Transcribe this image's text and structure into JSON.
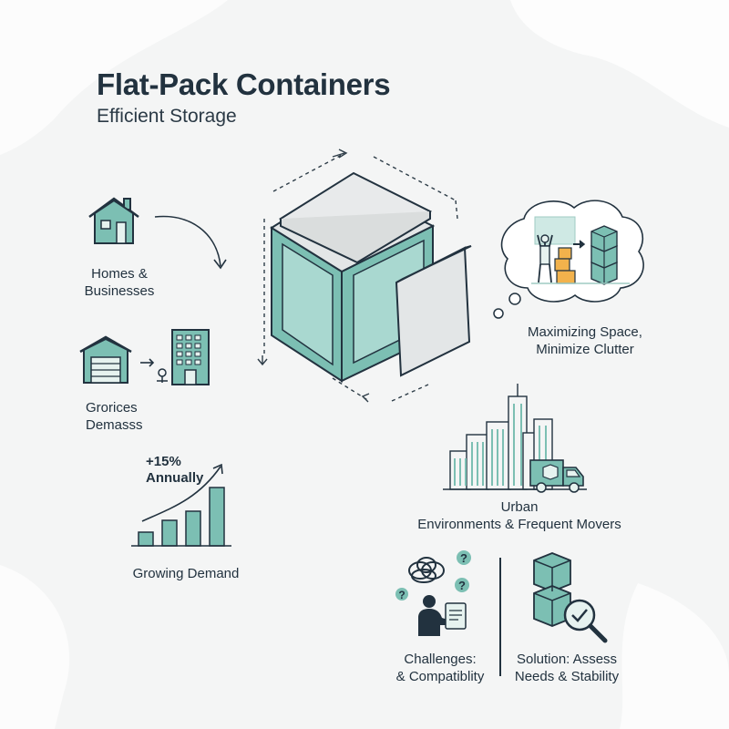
{
  "header": {
    "title": "Flat-Pack Containers",
    "subtitle": "Efficient Storage"
  },
  "sections": {
    "homes": {
      "label_line1": "Homes &",
      "label_line2": "Businesses",
      "icon": "house-icon"
    },
    "services": {
      "label_line1": "Grorices",
      "label_line2": "Demasss",
      "icon": "garage-office-icon"
    },
    "growth": {
      "stat_line1": "+15%",
      "stat_line2": "Annually",
      "label": "Growing Demand",
      "icon": "bar-chart-icon",
      "bar_levels": [
        0.15,
        0.28,
        0.38,
        0.64
      ]
    },
    "space": {
      "label_line1": "Maximizing Space,",
      "label_line2": "Minimize Clutter",
      "icon": "thought-bubble-icon"
    },
    "urban": {
      "label_line1": "Urban",
      "label_line2": "Environments & Frequent Movers",
      "icon": "city-truck-icon"
    },
    "challenges": {
      "label_line1": "Challenges:",
      "label_line2": "& Compatiblity",
      "icon": "confused-person-icon",
      "question_mark": "?"
    },
    "solution": {
      "label_line1": "Solution: Assess",
      "label_line2": "Needs & Stability",
      "icon": "stacked-cubes-magnifier-icon"
    }
  },
  "colors": {
    "teal": "#7cbfb3",
    "teal_dark": "#2e4a55",
    "navy": "#22323f",
    "panel": "#e3e6e7",
    "box_orange": "#f2b24c"
  }
}
